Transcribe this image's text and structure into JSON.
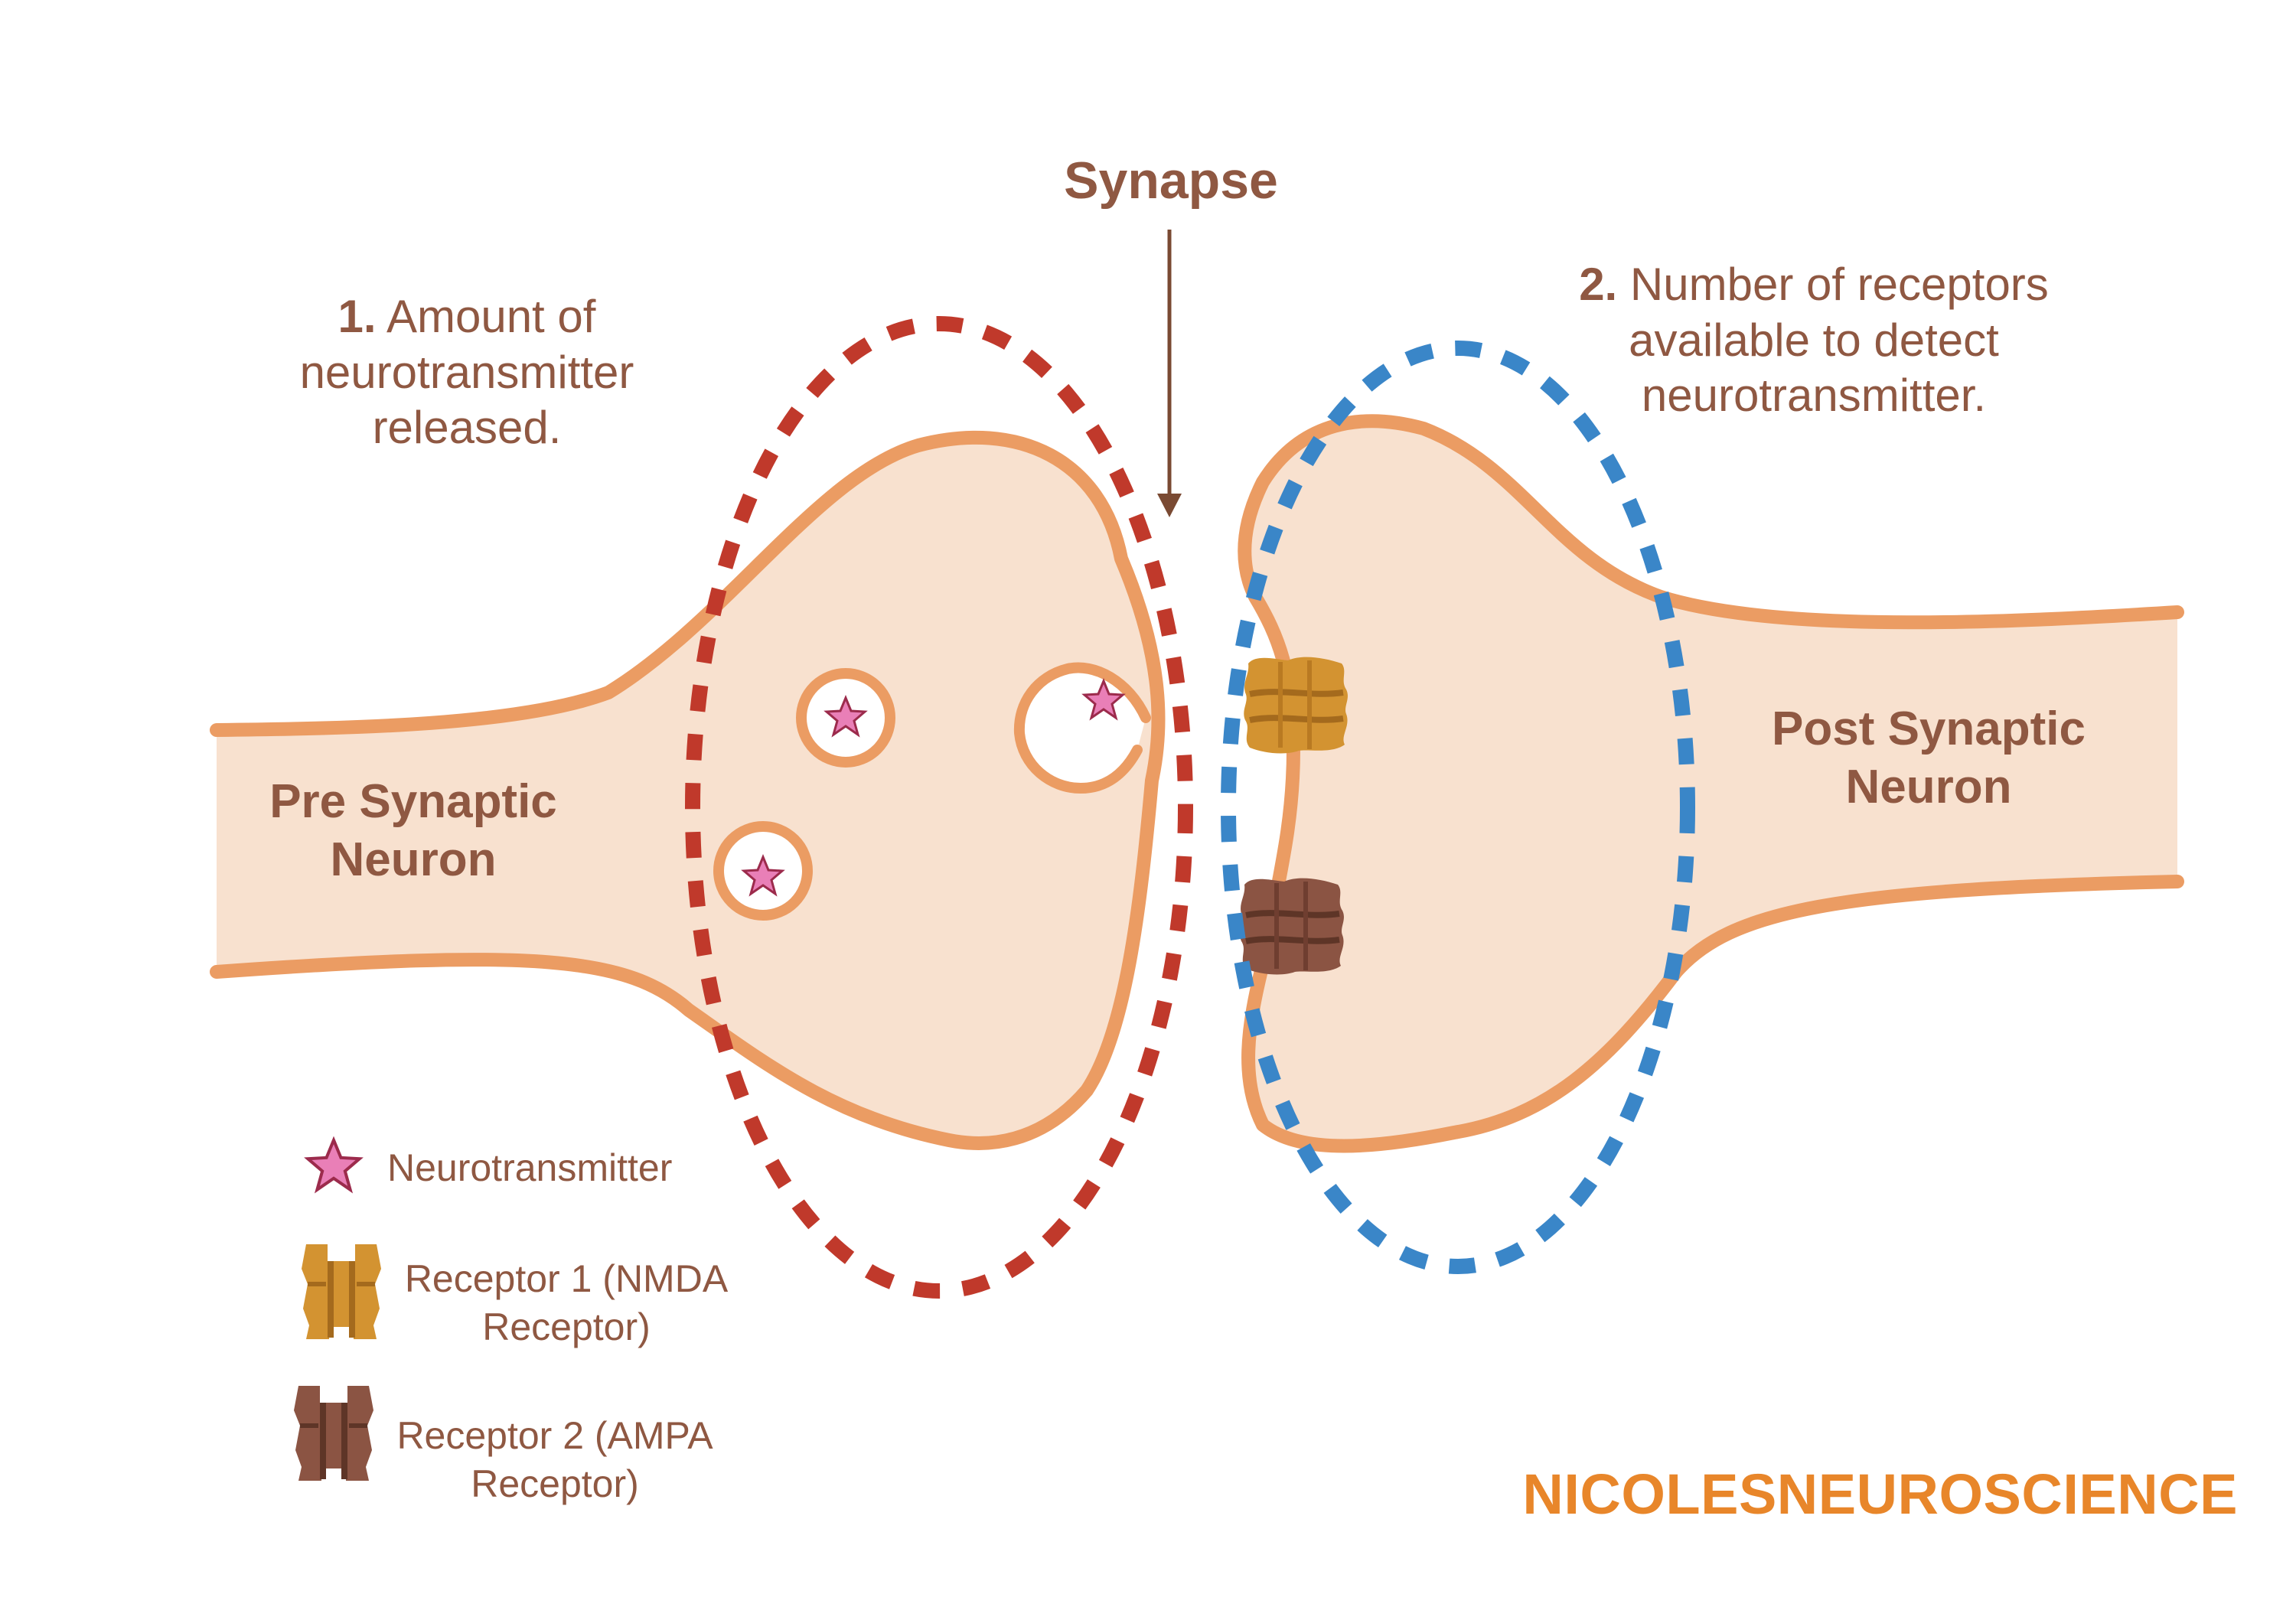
{
  "title": "Synapse",
  "annotations": {
    "step1": {
      "number": "1.",
      "text": "Amount of neurotransmitter released."
    },
    "step2": {
      "number": "2.",
      "text": "Number of receptors available to detect neurotransmitter."
    }
  },
  "neurons": {
    "pre": "Pre Synaptic Neuron",
    "post": "Post Synaptic Neuron"
  },
  "legend": [
    {
      "icon": "star-icon",
      "label": "Neurotransmitter"
    },
    {
      "icon": "nmda-receptor-icon",
      "label": "Receptor 1 (NMDA Receptor)"
    },
    {
      "icon": "ampa-receptor-icon",
      "label": "Receptor 2 (AMPA Receptor)"
    }
  ],
  "brand": "NICOLESNEUROSCIENCE",
  "colors": {
    "cell_fill": "#f8e1cf",
    "cell_outline": "#eb9c63",
    "text": "#8f5842",
    "red_dashed": "#c0392b",
    "blue_dashed": "#3a86c8",
    "neurotransmitter": "#e97fb7",
    "nmda_receptor": "#d39331",
    "ampa_receptor": "#8b5443",
    "brand": "#e8862a"
  }
}
